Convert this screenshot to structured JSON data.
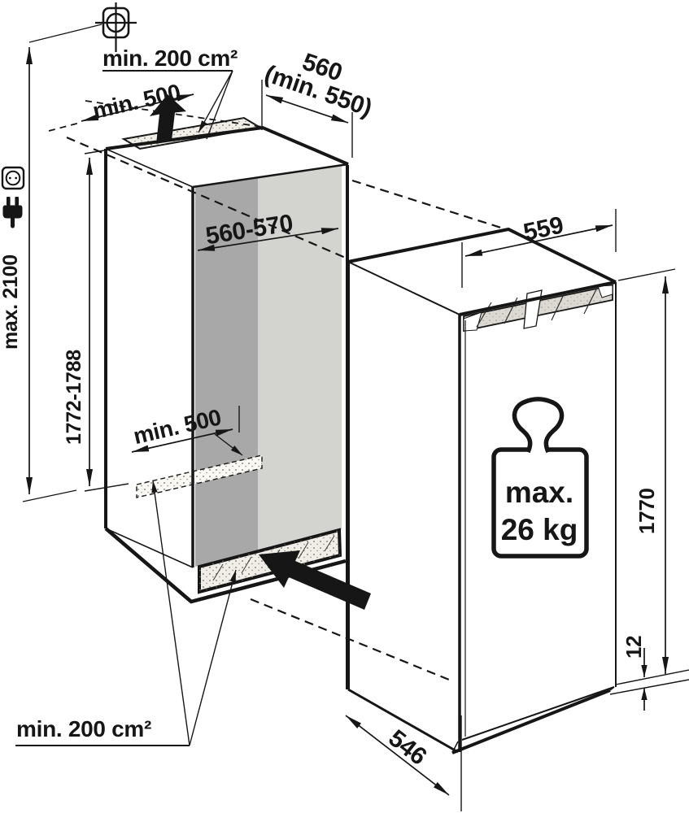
{
  "labels": {
    "top_vent": "min. 200 cm²",
    "top_clearance": "min. 500",
    "niche_depth": "560",
    "niche_depth_min": "(min. 550)",
    "niche_width": "560-570",
    "max_height": "max. 2100",
    "niche_height": "1772-1788",
    "floor_vent_clearance": "min. 500",
    "appliance_width": "559",
    "appliance_height": "1770",
    "base_recess": "12",
    "appliance_depth": "546",
    "bottom_vent": "min. 200 cm²",
    "door_weight_max": "max.",
    "door_weight_value": "26 kg"
  },
  "colors": {
    "line": "#161616",
    "interior_dark": "#a8a8a8",
    "interior_light": "#d3d3d0",
    "vent_fill": "#f0eee7",
    "grille_fill": "#dbd9d2"
  }
}
